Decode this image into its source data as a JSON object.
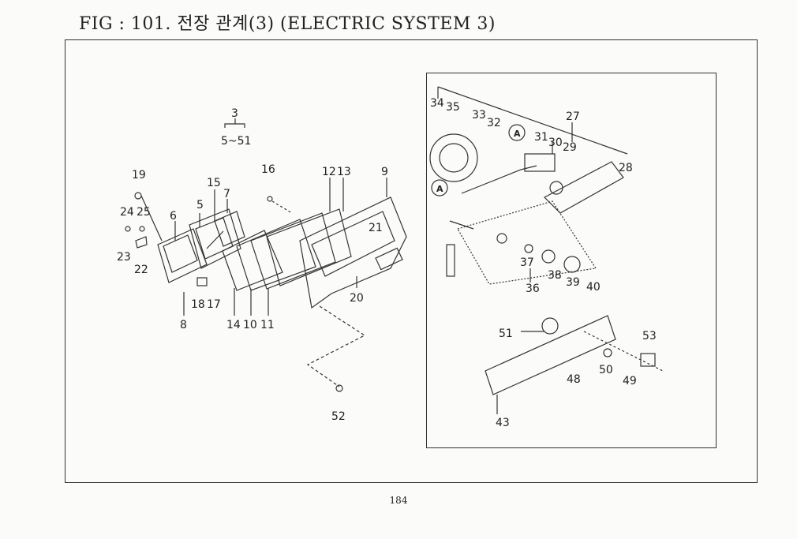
{
  "header": {
    "title": "FIG : 101. 전장 관계(3) (ELECTRIC SYSTEM 3)"
  },
  "diagram": {
    "group_label": {
      "number": "3",
      "range": "5~51"
    },
    "callouts": [
      "19",
      "24",
      "25",
      "23",
      "22",
      "6",
      "5",
      "15",
      "7",
      "16",
      "12",
      "13",
      "9",
      "21",
      "20",
      "8",
      "18",
      "17",
      "14",
      "10",
      "11",
      "52",
      "34",
      "35",
      "33",
      "32",
      "27",
      "31",
      "30",
      "29",
      "28",
      "37",
      "38",
      "39",
      "40",
      "36",
      "51",
      "53",
      "50",
      "49",
      "48",
      "43"
    ],
    "view_marker": "A"
  },
  "footer": {
    "page_number": "184"
  }
}
